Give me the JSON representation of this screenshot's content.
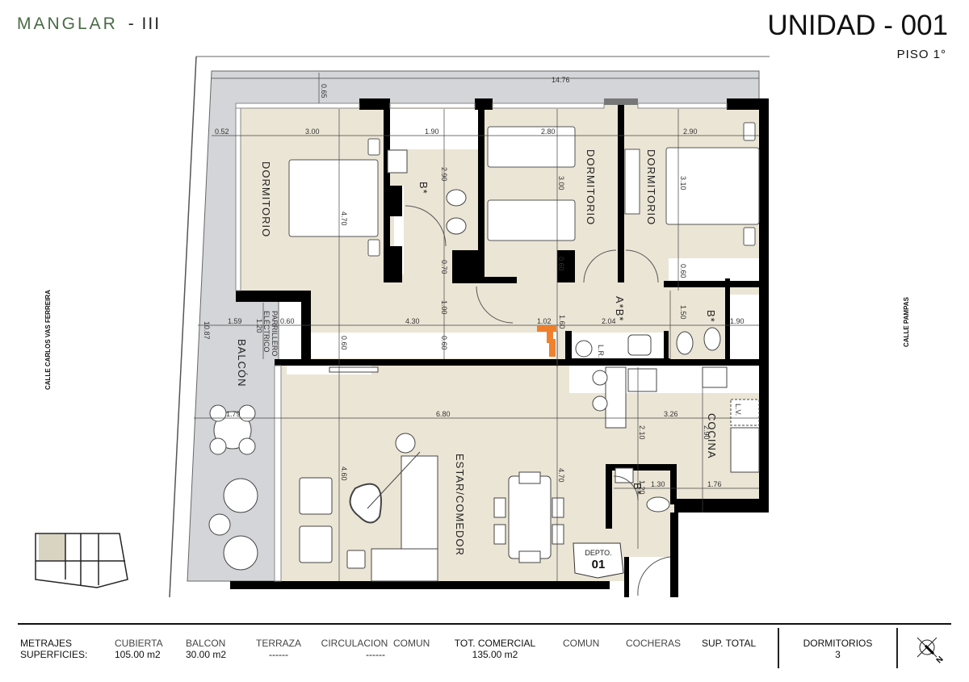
{
  "header": {
    "brand": "MANGLAR",
    "brand_suffix": "- III",
    "unit_title": "UNIDAD - 001",
    "floor": "PISO  1°"
  },
  "plan": {
    "rooms": {
      "dorm1": "DORMITORIO",
      "dorm2": "DORMITORIO",
      "dorm3": "DORMITORIO",
      "bath1": "B*",
      "bath2": "B*",
      "bath3": "B*",
      "ab": "A*B*",
      "cocina": "COCINA",
      "estar": "ESTAR/COMEDOR",
      "balcon": "BALCÓN",
      "parrillero": "PARRILLERO",
      "electrico": "ELÉCTRICO",
      "lv": "L.V.",
      "lr": "L.R.",
      "depto_label": "DEPTO.",
      "depto_num": "01"
    },
    "streets": {
      "left": "CALLE CARLOS VAS FERREIRA",
      "right": "CALLE PAMPAS"
    },
    "dimensions": {
      "total_width": "14.76",
      "top_margin": "0.65",
      "left_margin": "0.52",
      "d1_w": "3.00",
      "b1_w": "1.90",
      "d2_w": "2.80",
      "d3_w": "2.90",
      "d1_h": "4.70",
      "b1_h": "2.90",
      "d2_h": "3.00",
      "d3_h": "3.10",
      "closet1": "0.70",
      "closet2": "0.60",
      "closet3": "0.60",
      "hall_h": "1.00",
      "balc_w": "1.59",
      "parr_w": "0.60",
      "parr_h": "1.20",
      "hall_w": "4.30",
      "shelf1": "0.60",
      "shelf2": "0.60",
      "door_w": "1.02",
      "door_h": "1.60",
      "ab_w": "2.04",
      "ab_h": "1.50",
      "b3_w": "1.90",
      "depth_total": "10.87",
      "balc_table": "1.79",
      "estar_w": "6.80",
      "estar_h": "4.60",
      "comedor_h": "4.70",
      "kitchen_w": "3.26",
      "kitchen_h": "2.10",
      "kitchen_h2": "2.90",
      "wc_w": "1.30",
      "wc_h": "1.20",
      "laundry_w": "1.76"
    }
  },
  "footer": {
    "metrajes_label": "METRAJES",
    "superficies_label": "SUPERFICIES:",
    "columns": [
      {
        "header": "CUBIERTA",
        "value": "105.00 m2"
      },
      {
        "header": "BALCON",
        "value": "30.00 m2"
      },
      {
        "header": "TERRAZA",
        "value": "------"
      },
      {
        "header": "CIRCULACION  COMUN",
        "value": "------"
      },
      {
        "header": "TOT. COMERCIAL",
        "value": "135.00 m2"
      },
      {
        "header": "COMUN",
        "value": ""
      },
      {
        "header": "COCHERAS",
        "value": ""
      },
      {
        "header": "SUP. TOTAL",
        "value": ""
      }
    ],
    "dormitorios_label": "DORMITORIOS",
    "dormitorios_value": "3",
    "compass": "north-arrow-icon"
  },
  "colors": {
    "brand": "#4a6b47",
    "floor_fill": "#ebe5d5",
    "balcony_fill": "#d4d5d8",
    "wall": "#000000",
    "accent": "#f07b22"
  }
}
